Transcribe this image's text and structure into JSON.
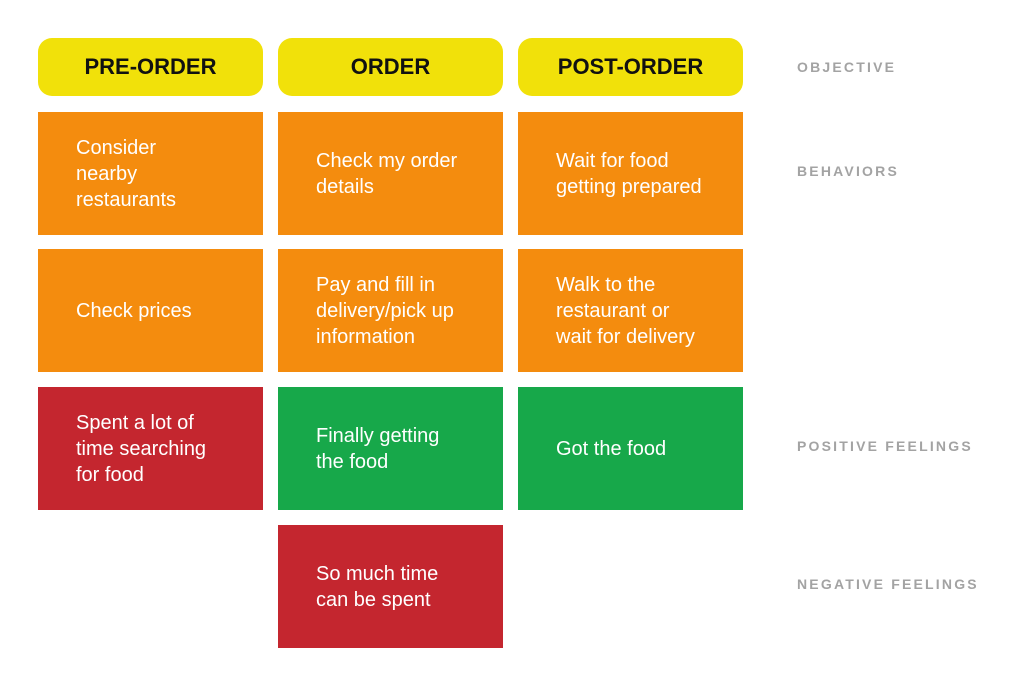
{
  "colors": {
    "header": "#f1e10a",
    "behavior": "#f48c0e",
    "positive": "#17a84a",
    "negative": "#c4262f",
    "row_label": "#a3a3a3"
  },
  "stages": [
    {
      "label": "PRE-ORDER"
    },
    {
      "label": "ORDER"
    },
    {
      "label": "POST-ORDER"
    }
  ],
  "row_labels": {
    "objective": "OBJECTIVE",
    "behaviors": "BEHAVIORS",
    "positive": "POSITIVE FEELINGS",
    "negative": "NEGATIVE FEELINGS"
  },
  "cards": {
    "pre_order": {
      "behavior_1": "Consider nearby restaurants",
      "behavior_2": "Check prices",
      "feeling_1": "Spent a lot of time searching for food"
    },
    "order": {
      "behavior_1": "Check my order details",
      "behavior_2": "Pay and fill in delivery/pick up information",
      "feeling_1": "Finally getting the food",
      "feeling_2": "So much time can be spent"
    },
    "post_order": {
      "behavior_1": "Wait for food getting prepared",
      "behavior_2": "Walk to the restaurant or wait for delivery",
      "feeling_1": "Got the food"
    }
  }
}
